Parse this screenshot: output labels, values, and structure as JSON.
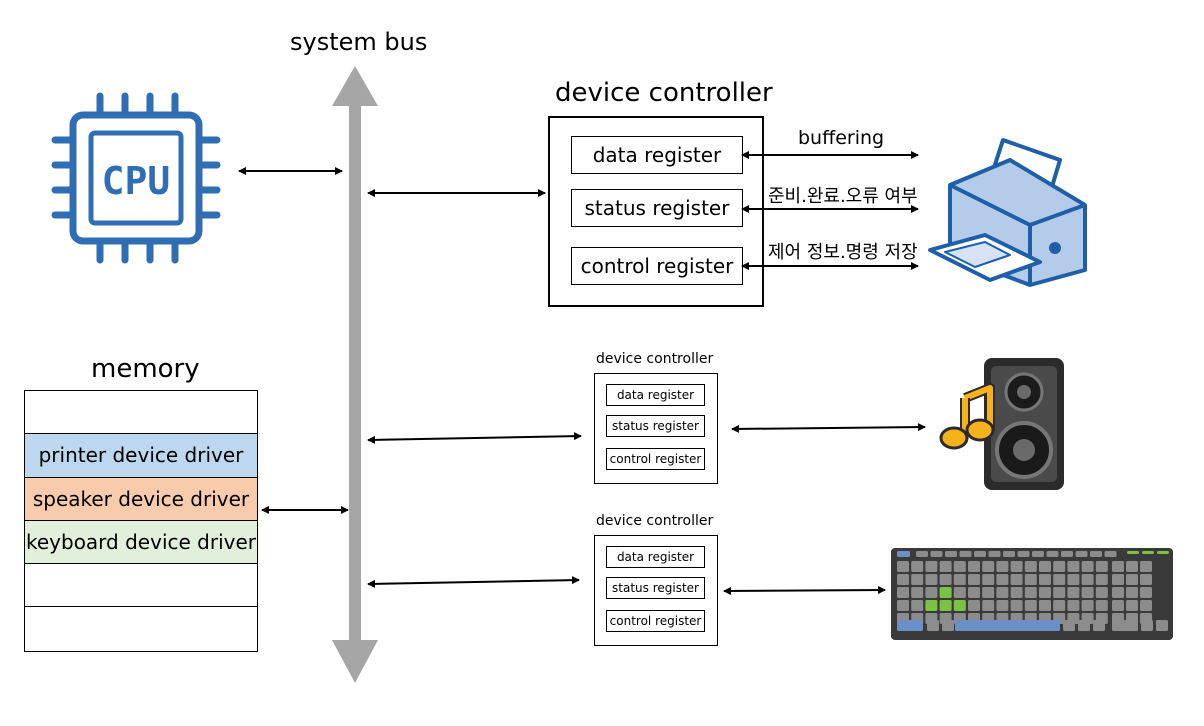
{
  "bus": {
    "label": "system bus"
  },
  "cpu": {
    "label": "CPU"
  },
  "main_controller": {
    "title": "device controller",
    "registers": [
      "data register",
      "status register",
      "control register"
    ],
    "annotations": [
      "buffering",
      "준비.완료.오류 여부",
      "제어 정보.명령 저장"
    ]
  },
  "speaker_controller": {
    "title": "device controller",
    "registers": [
      "data register",
      "status register",
      "control register"
    ]
  },
  "keyboard_controller": {
    "title": "device controller",
    "registers": [
      "data register",
      "status register",
      "control register"
    ]
  },
  "memory": {
    "title": "memory",
    "rows": [
      {
        "label": "",
        "color": "#ffffff"
      },
      {
        "label": "printer device driver",
        "color": "#bdd7ee"
      },
      {
        "label": "speaker device driver",
        "color": "#f8cbad"
      },
      {
        "label": "keyboard device driver",
        "color": "#e2efda"
      },
      {
        "label": "",
        "color": "#ffffff"
      },
      {
        "label": "",
        "color": "#ffffff"
      }
    ]
  },
  "devices": {
    "printer": "printer-icon",
    "speaker": "speaker-icon",
    "keyboard": "keyboard-icon"
  },
  "colors": {
    "bus": "#a6a6a6",
    "cpu_icon": "#2f6db5",
    "printer_blue": "#b4cce9",
    "keyboard_body": "#3a3a3a",
    "keyboard_key": "#8c8c8c",
    "keyboard_accent_green": "#7cc242",
    "keyboard_accent_blue": "#6b8fc7"
  }
}
